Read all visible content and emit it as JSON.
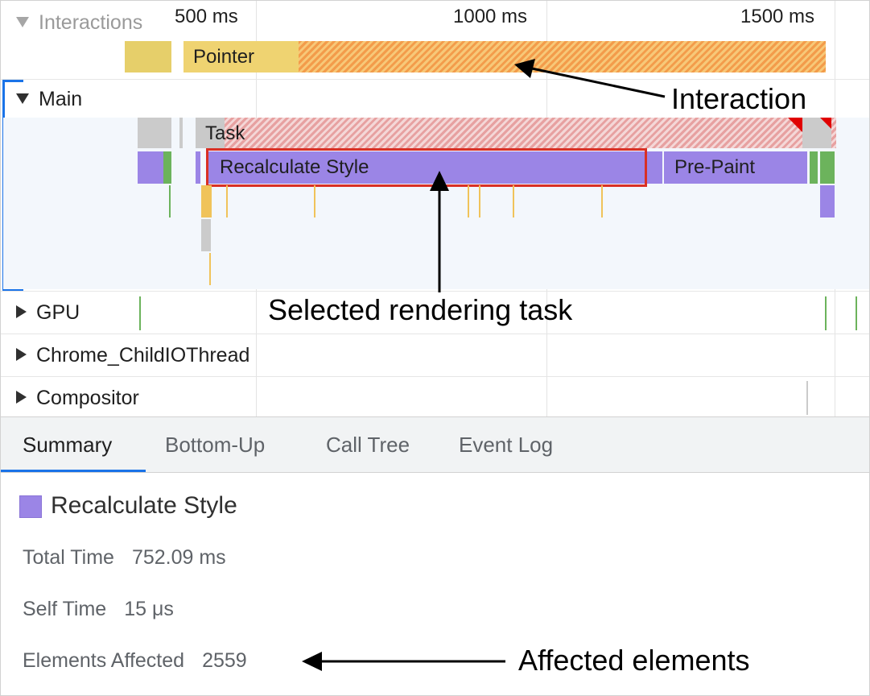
{
  "timeline": {
    "ruler": [
      "500 ms",
      "1000 ms",
      "1500 ms"
    ],
    "tracks": {
      "interactions": "Interactions",
      "main": "Main",
      "gpu": "GPU",
      "io_thread": "Chrome_ChildIOThread",
      "compositor": "Compositor"
    },
    "events": {
      "pointer": "Pointer",
      "task": "Task",
      "recalculate_style": "Recalculate Style",
      "pre_paint": "Pre-Paint"
    }
  },
  "callouts": {
    "interaction": "Interaction",
    "selected_task": "Selected rendering task",
    "affected_elements": "Affected elements"
  },
  "tabs": [
    "Summary",
    "Bottom-Up",
    "Call Tree",
    "Event Log"
  ],
  "summary": {
    "title": "Recalculate Style",
    "swatch_color": "#9b85e6",
    "rows": [
      {
        "label": "Total Time",
        "value": "752.09 ms"
      },
      {
        "label": "Self Time",
        "value": "15 μs"
      },
      {
        "label": "Elements Affected",
        "value": "2559"
      }
    ]
  },
  "colors": {
    "rendering": "#9b85e6",
    "scripting": "#f0d26b",
    "selection": "#d93025",
    "tab_accent": "#1a73e8"
  }
}
